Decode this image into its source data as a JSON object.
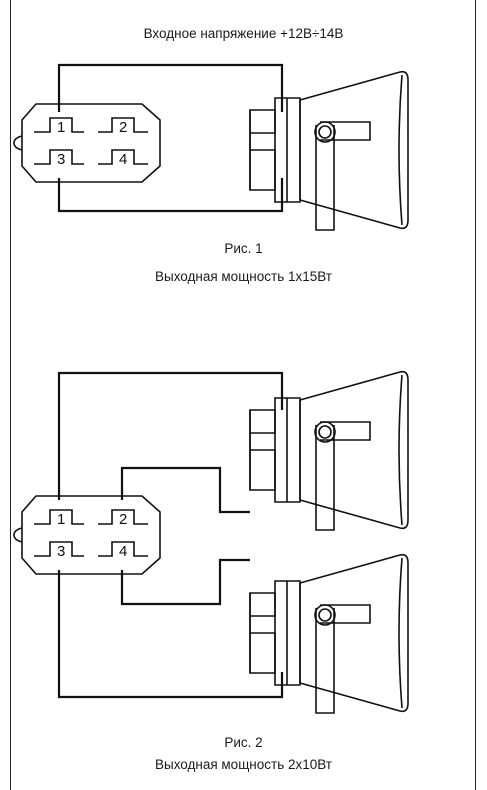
{
  "header": {
    "input_voltage": "Входное напряжение +12В÷14В"
  },
  "figure1": {
    "caption": "Рис. 1",
    "power": "Выходная мощность 1x15Вт"
  },
  "figure2": {
    "caption": "Рис. 2",
    "power": "Выходная мощность 2x10Вт"
  },
  "connector": {
    "pins": [
      "1",
      "2",
      "3",
      "4"
    ]
  }
}
